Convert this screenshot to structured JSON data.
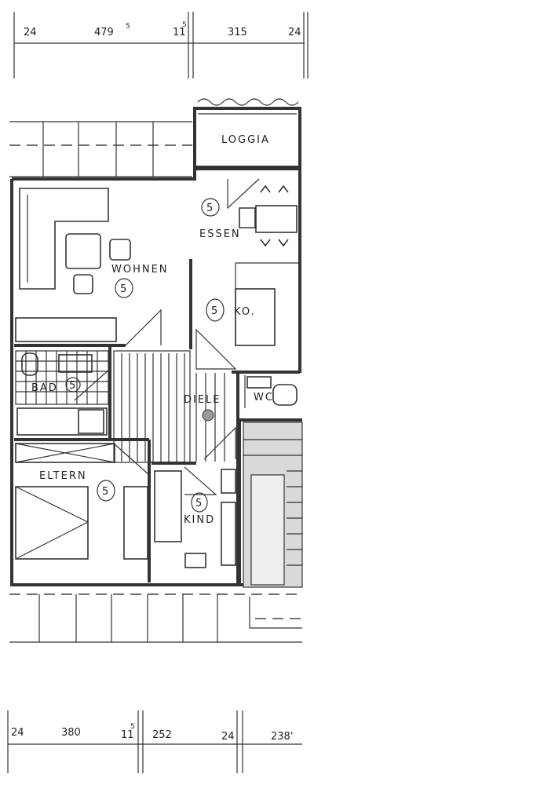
{
  "rooms": {
    "loggia": "LOGGIA",
    "essen": "ESSEN",
    "wohnen": "WOHNEN",
    "kueche": "KO.",
    "bad": "BAD",
    "wc": "WC",
    "diele": "DIELE",
    "eltern": "ELTERN",
    "kind": "KIND"
  },
  "floor_marks": {
    "essen": "5",
    "wohnen": "5",
    "kueche": "5",
    "bad": "5",
    "eltern": "5",
    "kind": "5"
  },
  "dimensions_top": {
    "d1": "24",
    "d2": "479",
    "d2_sup": "5",
    "d3": "11",
    "d3_sup": "5",
    "d4": "315",
    "d5": "24"
  },
  "dimensions_bottom": {
    "d1": "24",
    "d2": "380",
    "d3": "11",
    "d3_sup": "5",
    "d4": "252",
    "d5": "24",
    "d6": "238'"
  }
}
